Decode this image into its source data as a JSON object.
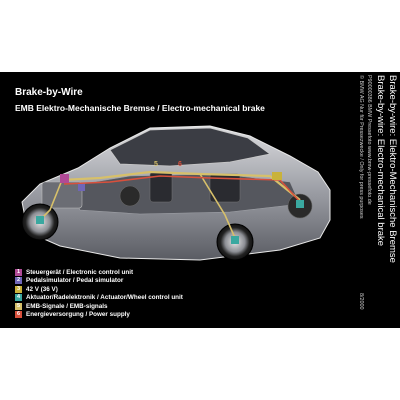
{
  "slide": {
    "title": "Brake-by-Wire",
    "subtitle": "EMB Elektro-Mechanische Bremse / Electro-mechanical brake",
    "vertical": {
      "title_de": "Brake-by-wire: Elektro-Mechanische Bremse",
      "title_en": "Brake-by-wire: Electro-mechanical brake",
      "meta1": "P90000386  BMW Pressefoto  www.bmw-pressefoto.de",
      "meta2": "© BMW AG  Nur für Pressezwecke / Only for press purposes",
      "date": "8/2000"
    },
    "diagram_numbers": {
      "n5": "5",
      "n6": "6"
    },
    "legend": [
      {
        "num": "1",
        "label": "Steuergerät / Electronic control unit",
        "color": "#b04a96"
      },
      {
        "num": "2",
        "label": "Pedalsimulator / Pedal simulator",
        "color": "#6f66b8"
      },
      {
        "num": "3",
        "label": "42 V (36 V)",
        "color": "#c9b23a"
      },
      {
        "num": "4",
        "label": "Aktuator/Radelektronik / Actuator/Wheel control unit",
        "color": "#3aa8a0"
      },
      {
        "num": "5",
        "label": "EMB-Signale / EMB-signals",
        "color": "#d7c06a"
      },
      {
        "num": "6",
        "label": "Energieversorgung / Power supply",
        "color": "#d8503c"
      }
    ],
    "colors": {
      "signal": "#d7c06a",
      "power": "#d8503c",
      "background": "#000000"
    }
  }
}
